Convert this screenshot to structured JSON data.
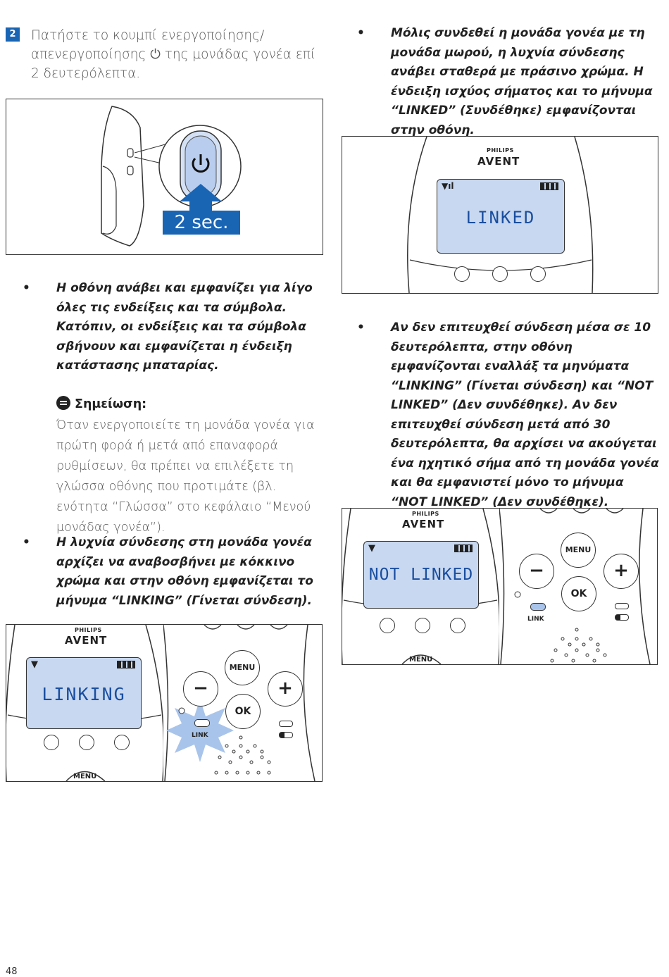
{
  "step": {
    "number": "2",
    "text": "Πατήστε το κουμπί ενεργοποίησης/ απενεργοποίησης ⏻ της μονάδας γονέα επί 2 δευτερόλεπτα."
  },
  "figure1": {
    "badge": "2 sec."
  },
  "bullet1": "Η οθόνη ανάβει και εμφανίζει για λίγο όλες τις ενδείξεις και τα σύμβολα. Κατόπιν, οι ενδείξεις και τα σύμβολα σβήνουν και εμφανίζεται η ένδειξη κατάστασης μπαταρίας.",
  "note": {
    "title": "Σημείωση:",
    "body": "Όταν ενεργοποιείτε τη μονάδα γονέα για πρώτη φορά ή μετά από επαναφορά ρυθμίσεων, θα πρέπει να επιλέξετε τη γλώσσα οθόνης που προτιμάτε (βλ. ενότητα “Γλώσσα” στο κεφάλαιο “Μενού μονάδας γονέα”)."
  },
  "bullet2": "Η λυχνία σύνδεσης στη μονάδα γονέα αρχίζει να αναβοσβήνει με κόκκινο χρώμα και στην οθόνη εμφανίζεται το μήνυμα “LINKING” (Γίνεται σύνδεση).",
  "bullet3": "Μόλις συνδεθεί η μονάδα γονέα με τη μονάδα μωρού, η λυχνία σύνδεσης ανάβει σταθερά με πράσινο χρώμα. Η ένδειξη ισχύος σήματος και το μήνυμα “LINKED” (Συνδέθηκε) εμφανίζονται στην οθόνη.",
  "bullet4": "Αν δεν επιτευχθεί σύνδεση μέσα σε 10 δευτερόλεπτα, στην οθόνη εμφανίζονται εναλλάξ τα μηνύματα “LINKING” (Γίνεται σύνδεση) και “NOT LINKED” (Δεν συνδέθηκε). Αν δεν επιτευχθεί σύνδεση μετά από 30 δευτερόλεπτα, θα αρχίσει να ακούγεται ένα ηχητικό σήμα από τη μονάδα γονέα και θα εμφανιστεί μόνο το μήνυμα “NOT LINKED” (Δεν συνδέθηκε).",
  "device": {
    "brand_top": "PHILIPS",
    "brand_main": "AVENT",
    "menu_label": "MENU",
    "ok_label": "OK",
    "minus_label": "−",
    "plus_label": "+",
    "link_label": "LINK"
  },
  "screens": {
    "linking": "LINKING",
    "linked": "LINKED",
    "not_linked": "NOT LINKED"
  },
  "page_number": "48"
}
